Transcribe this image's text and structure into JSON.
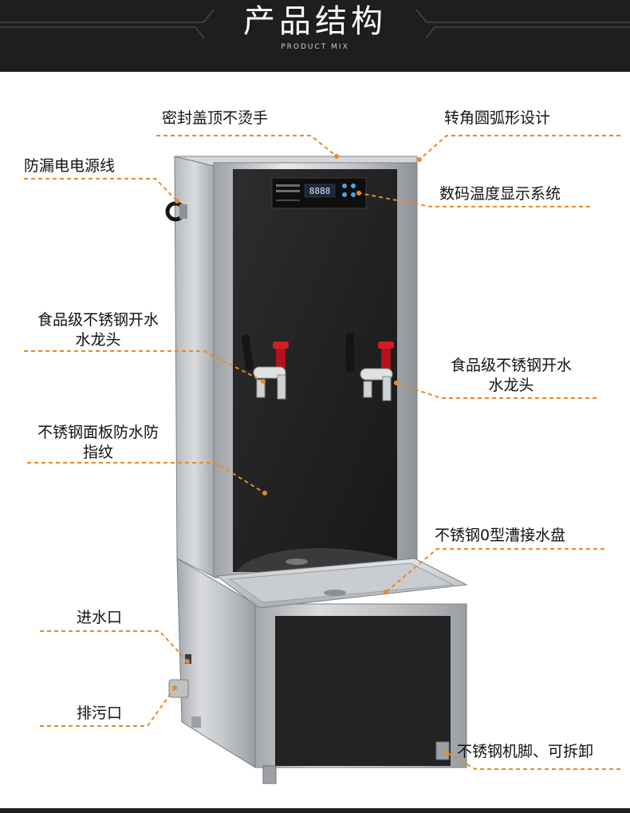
{
  "header": {
    "title": "产品结构",
    "subtitle": "PRODUCT MIX"
  },
  "callouts": {
    "lid": "密封盖顶不烫手",
    "corner": "转角圆弧形设计",
    "power_cord": "防漏电电源线",
    "display": "数码温度显示系统",
    "faucet_left_line1": "食品级不锈钢开水",
    "faucet_left_line2": "水龙头",
    "faucet_right_line1": "食品级不锈钢开水",
    "faucet_right_line2": "水龙头",
    "panel_line1": "不锈钢面板防水防",
    "panel_line2": "指纹",
    "drip_tray": "不锈钢0型漕接水盘",
    "inlet": "进水口",
    "drain": "排污口",
    "feet": "不锈钢机脚、可拆卸"
  },
  "display_readout": "8888",
  "colors": {
    "accent": "#e8892a",
    "banner": "#1e1e1e",
    "steel": "#c9cccf",
    "panel": "#232323"
  }
}
